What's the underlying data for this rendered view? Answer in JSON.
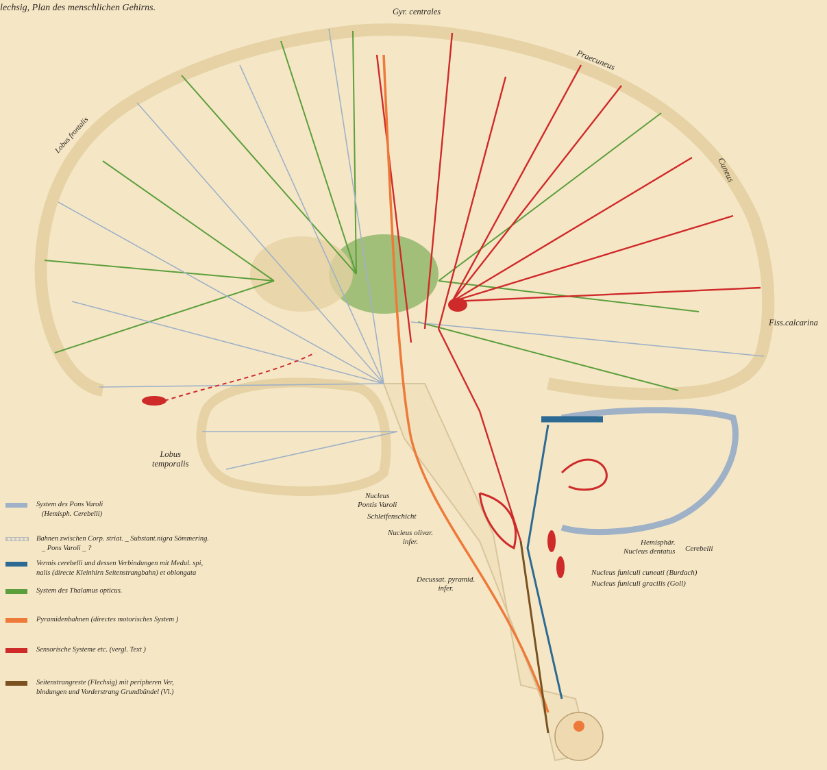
{
  "caption": "lechsig, Plan des menschlichen Gehirns.",
  "labels": {
    "gyr_centrales": "Gyr. centrales",
    "praecuneus": "Praecuneus",
    "cuneus": "Cuneus",
    "lobus_frontalis": "Lobus frontalis",
    "fiss_calcarina": "Fiss.calcarina",
    "lobus_temporalis": "Lobus\ntemporalis",
    "nucleus_pontis": "Nucleus\nPontis Varoli",
    "schleifenschicht": "Schleifenschicht",
    "nucleus_olivar": "Nucleus olivar.\ninfer.",
    "decussat": "Decussat. pyramid.\ninfer.",
    "hemisphaer": "Hemisphär.\nNucleus dentatus",
    "cerebelli": "Cerebelli",
    "nucleus_cuneati": "Nucleus funiculi cuneati (Burdach)",
    "nucleus_gracilis": "Nucleus funiculi gracilis (Goll)"
  },
  "legend": [
    {
      "color": "#9fb1c6",
      "style": "solid",
      "text": "System des Pons Varoli\n   (Hemisph. Cerebelli)"
    },
    {
      "color": "#c9c9c9",
      "style": "dotted",
      "text": "Bahnen zwischen Corp. striat. _ Substant.nigra Sömmering.\n   _ Pons Varoli _ ?"
    },
    {
      "color": "#2c6a93",
      "style": "solid",
      "text": "Vermis cerebelli und dessen Verbindungen mit Medul. spi,\nnalis (directe Kleinhirn Seitenstrangbahn) et oblongata"
    },
    {
      "color": "#5c9e3c",
      "style": "solid",
      "text": "System des Thalamus opticus."
    },
    {
      "color": "#ee7a3a",
      "style": "solid",
      "text": "Pyramidenbahnen (directes motorisches System )"
    },
    {
      "color": "#cf2a2a",
      "style": "solid",
      "text": "Sensorische Systeme etc. (vergl. Text )"
    },
    {
      "color": "#7a5222",
      "style": "solid",
      "text": "Seitenstrangreste (Flechsig) mit peripheren Ver,\nbindungen und Vorderstrang Grundbündel (Vl.)"
    }
  ],
  "colors": {
    "paper": "#f5e7c6",
    "cortex": "#e6d2a4",
    "pons": "#9fb1c6",
    "vermis": "#2c6a93",
    "thalamus": "#5c9e3c",
    "pyramid": "#ee7a3a",
    "sensory": "#cf2a2a",
    "lateral": "#7a5222"
  }
}
